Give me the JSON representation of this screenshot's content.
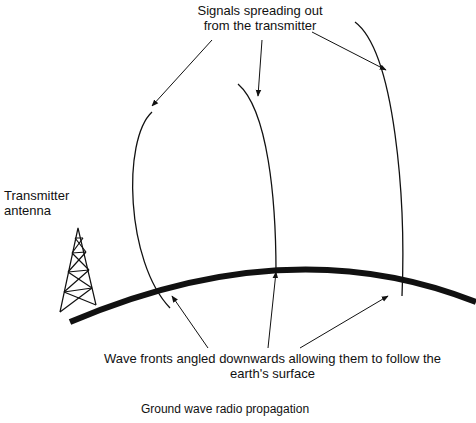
{
  "diagram": {
    "caption": "Ground wave radio propagation",
    "labels": [
      "Signals spreading out from the transmitter",
      "Transmitter antenna",
      "Wave fronts angled downwards allowing them to follow the earth's surface"
    ]
  }
}
